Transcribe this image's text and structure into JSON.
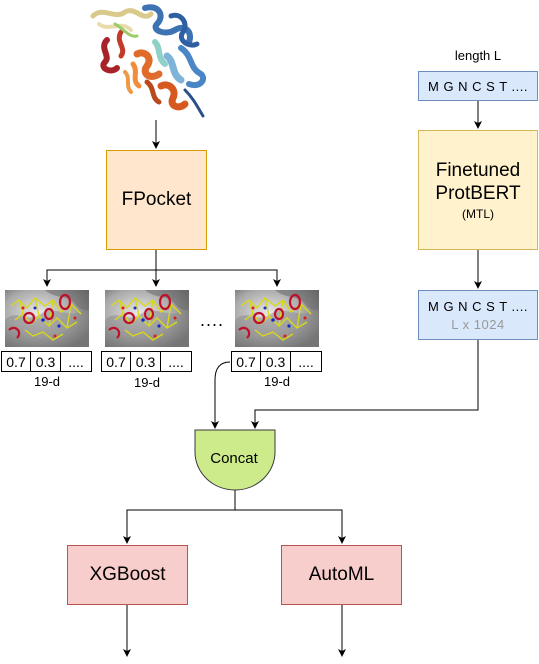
{
  "sequence_input": {
    "length_label": "length L",
    "text": "M G N C S T ...."
  },
  "fpocket": {
    "label": "FPocket"
  },
  "protbert": {
    "title_line1": "Finetuned",
    "title_line2": "ProtBERT",
    "subtitle": "(MTL)"
  },
  "sequence_output": {
    "text": "M G N C S T ....",
    "dims": "L x 1024"
  },
  "pockets": [
    {
      "values": [
        "0.7",
        "0.3",
        "...."
      ],
      "dim_label": "19-d"
    },
    {
      "values": [
        "0.7",
        "0.3",
        "...."
      ],
      "dim_label": "19-d"
    },
    {
      "values": [
        "0.7",
        "0.3",
        "...."
      ],
      "dim_label": "19-d"
    }
  ],
  "pocket_ellipsis": "....",
  "concat": {
    "label": "Concat"
  },
  "models": {
    "xgboost": "XGBoost",
    "automl": "AutoML"
  },
  "colors": {
    "fpocket_fill": "#ffe6cc",
    "fpocket_stroke": "#d79b00",
    "seq_fill": "#dae8fc",
    "seq_stroke": "#6c8ebf",
    "bert_fill": "#fff2cc",
    "bert_stroke": "#d6b656",
    "concat_fill": "#cdeb8b",
    "concat_stroke": "#36393d",
    "model_fill": "#f8cecc",
    "model_stroke": "#b85450"
  },
  "icons": {
    "protein": "protein-ribbon-structure",
    "pocket": "binding-pocket-surface"
  }
}
